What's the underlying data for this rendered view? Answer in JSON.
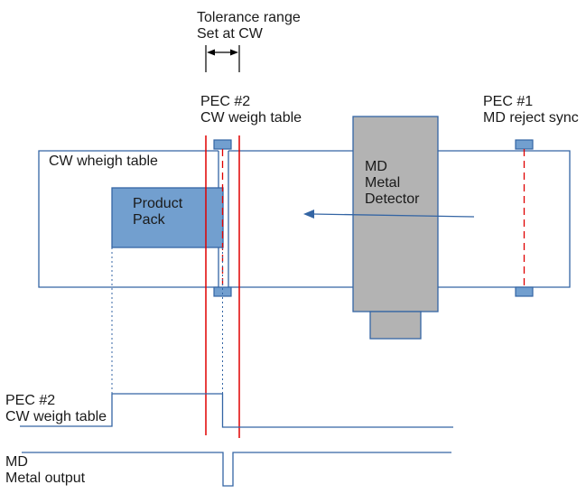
{
  "colors": {
    "outline": "#3465a4",
    "pack_fill": "#729fcf",
    "detector_fill": "#b3b3b3",
    "sensor_fill": "#729fcf",
    "red_line": "#e00000",
    "text": "#1a1a1a"
  },
  "labels": {
    "tolerance": {
      "line1": "Tolerance range",
      "line2": "Set at CW"
    },
    "pec2_top": {
      "line1": "PEC #2",
      "line2": "CW weigh table"
    },
    "pec1_top": {
      "line1": "PEC #1",
      "line2": "MD reject sync"
    },
    "cw_table": "CW wheigh table",
    "product_pack": {
      "line1": "Product",
      "line2": "Pack"
    },
    "metal_detector": {
      "line1": "MD",
      "line2": "Metal",
      "line3": "Detector"
    },
    "signal_pec2": {
      "line1": "PEC #2",
      "line2": "CW weigh table"
    },
    "signal_md": {
      "line1": "MD",
      "line2": "Metal output"
    }
  },
  "icons": {
    "tolerance_arrow": "double-headed-arrow",
    "flow_arrow": "arrow-left"
  }
}
